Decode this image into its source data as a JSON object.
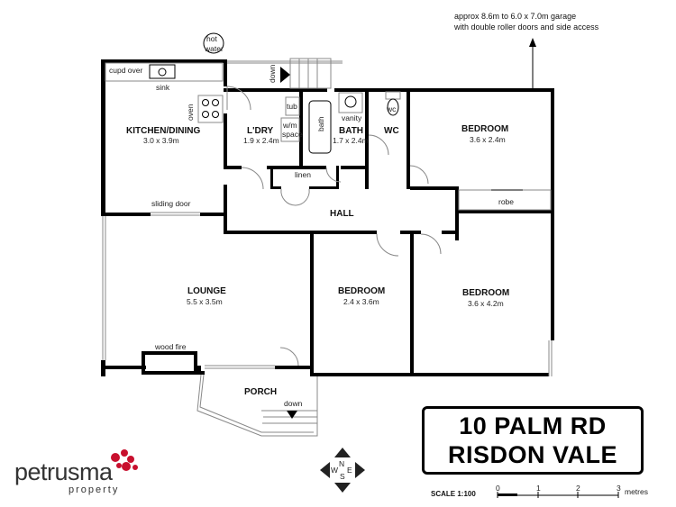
{
  "garage_note": {
    "line1": "approx 8.6m to 6.0 x 7.0m garage",
    "line2": "with double roller doors and side access"
  },
  "fixtures": {
    "hot_water_1": "hot",
    "hot_water_2": "water",
    "cupd_over": "cupd over",
    "sink": "sink",
    "oven": "oven",
    "down_1": "down",
    "down_2": "down",
    "tub": "tub",
    "wm_space_1": "w/m",
    "wm_space_2": "space",
    "bath": "bath",
    "vanity": "vanity",
    "wc_small": "wc",
    "linen": "linen",
    "sliding_door": "sliding door",
    "robe": "robe",
    "wood_fire": "wood fire"
  },
  "rooms": {
    "kitchen": {
      "name": "KITCHEN/DINING",
      "size": "3.0 x 3.9m"
    },
    "laundry": {
      "name": "L'DRY",
      "size": "1.9 x 2.4m"
    },
    "bath": {
      "name": "BATH",
      "size": "1.7 x 2.4m"
    },
    "wc": {
      "name": "WC"
    },
    "bedroom1": {
      "name": "BEDROOM",
      "size": "3.6 x 2.4m"
    },
    "hall": {
      "name": "HALL"
    },
    "lounge": {
      "name": "LOUNGE",
      "size": "5.5 x 3.5m"
    },
    "bedroom2": {
      "name": "BEDROOM",
      "size": "2.4 x 3.6m"
    },
    "bedroom3": {
      "name": "BEDROOM",
      "size": "3.6 x 4.2m"
    },
    "porch": {
      "name": "PORCH"
    }
  },
  "address": {
    "line1": "10 PALM RD",
    "line2": "RISDON VALE"
  },
  "logo": {
    "name": "petrusma",
    "sub": "property",
    "color": "#c8102e"
  },
  "compass": {
    "n": "N",
    "s": "S",
    "e": "E",
    "w": "W"
  },
  "scale": {
    "label": "SCALE 1:100",
    "ticks": [
      "0",
      "1",
      "2",
      "3"
    ],
    "unit": "metres"
  }
}
